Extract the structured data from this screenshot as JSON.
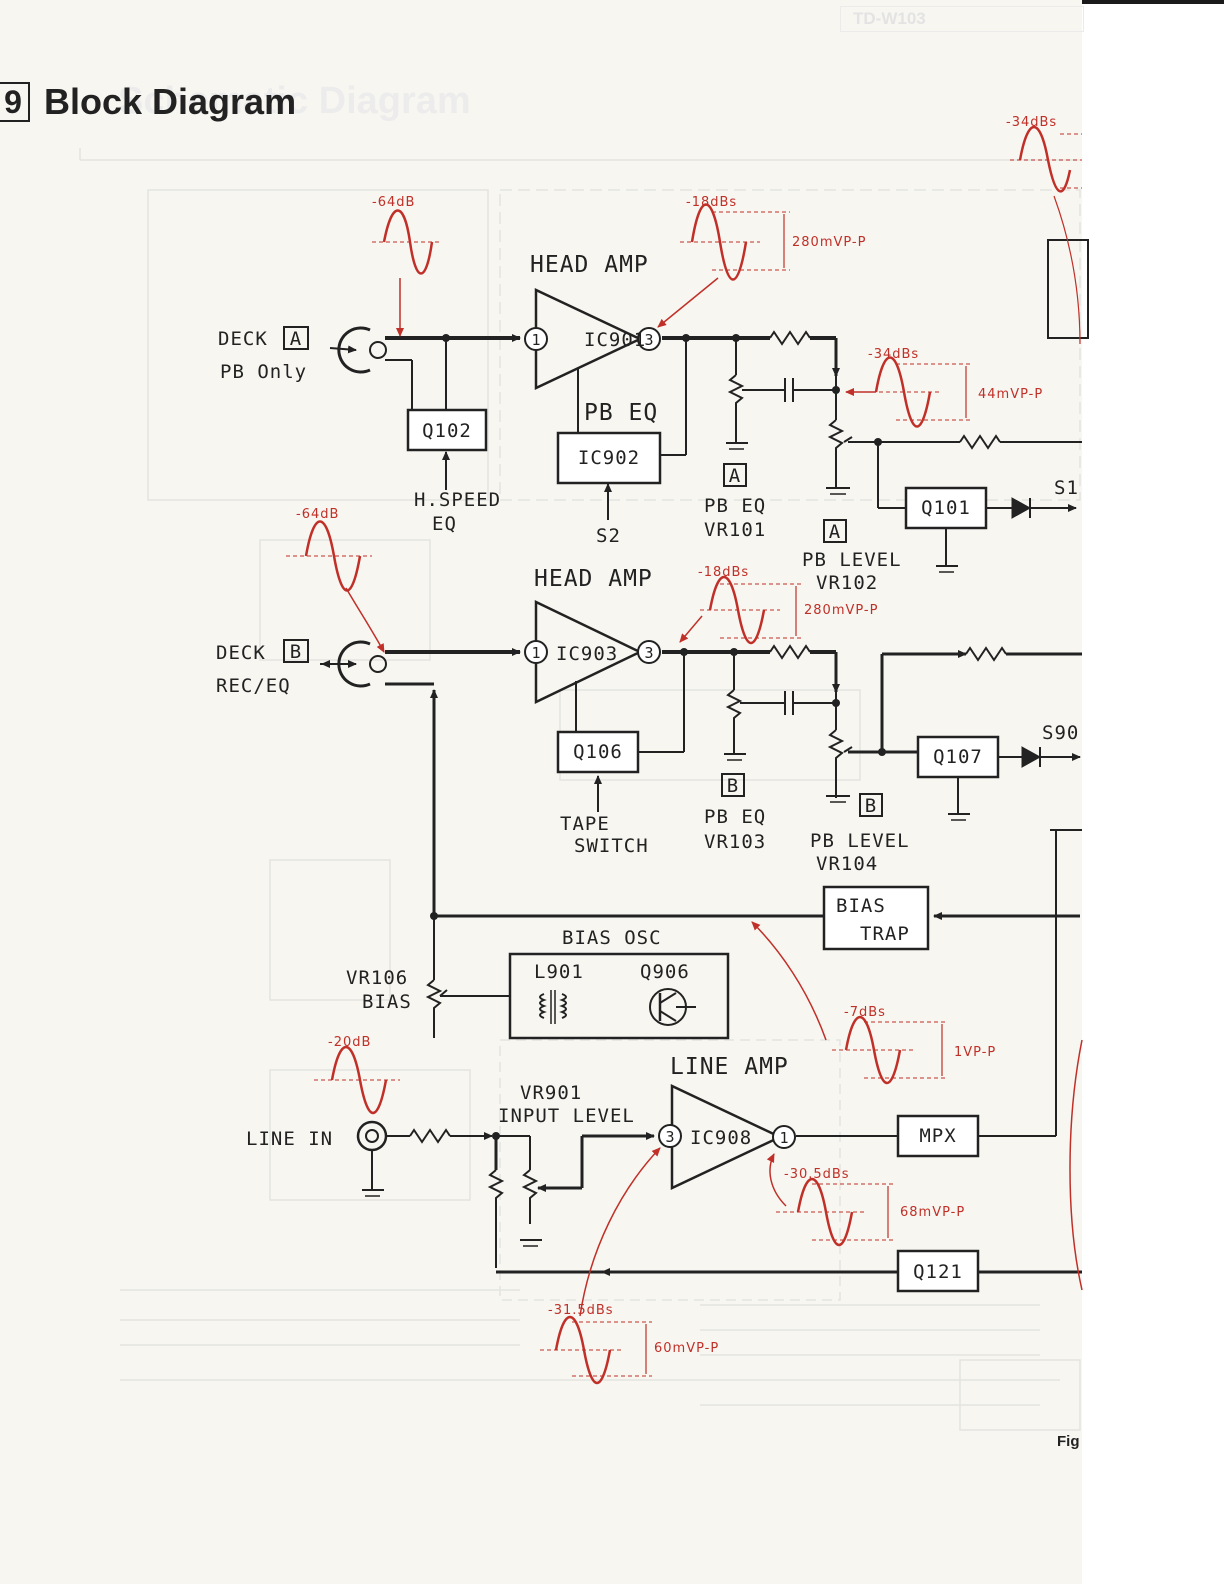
{
  "header": {
    "section_number": "9",
    "title": "Block Diagram",
    "ghost_header": "TD-W103",
    "ghost_title": "Schematic Diagram",
    "figure_label": "Fig"
  },
  "blocks": {
    "head_amp_a": "HEAD AMP",
    "head_amp_b": "HEAD AMP",
    "line_amp": "LINE AMP",
    "ic901": "IC901",
    "ic903": "IC903",
    "ic908": "IC908",
    "ic902": "IC902",
    "pb_eq_title": "PB EQ",
    "q101": "Q101",
    "q102": "Q102",
    "q106": "Q106",
    "q107": "Q107",
    "q121": "Q121",
    "mpx": "MPX",
    "bias_trap_1": "BIAS",
    "bias_trap_2": "TRAP",
    "bias_osc": "BIAS OSC",
    "l901": "L901",
    "q906": "Q906"
  },
  "labels": {
    "deck_a_word": "DECK",
    "deck_a_letter": "A",
    "deck_a_mode": "PB Only",
    "deck_b_word": "DECK",
    "deck_b_letter": "B",
    "deck_b_mode": "REC/EQ",
    "hspeed_1": "H.SPEED",
    "hspeed_2": "EQ",
    "s2": "S2",
    "s1": "S1",
    "s90": "S90",
    "vr101_box": "A",
    "vr101_1": "PB EQ",
    "vr101_2": "VR101",
    "vr102_box": "A",
    "vr102_1": "PB LEVEL",
    "vr102_2": "VR102",
    "vr103_box": "B",
    "vr103_1": "PB EQ",
    "vr103_2": "VR103",
    "vr104_box": "B",
    "vr104_1": "PB LEVEL",
    "vr104_2": "VR104",
    "tape_1": "TAPE",
    "tape_2": "SWITCH",
    "vr106_1": "VR106",
    "vr106_2": "BIAS",
    "vr901_1": "VR901",
    "vr901_2": "INPUT LEVEL",
    "line_in": "LINE IN",
    "pin1": "1",
    "pin3": "3"
  },
  "signals": {
    "deck_a_in": "-64dB",
    "ic901_out": "-18dBs",
    "ic901_out_pp": "280mVP-P",
    "top_right": "-34dBs",
    "vr102_out": "-34dBs",
    "vr102_out_pp": "44mVP-P",
    "deck_b_in": "-64dB",
    "ic903_out": "-18dBs",
    "ic903_out_pp": "280mVP-P",
    "bias_trap_in": "-7dBs",
    "bias_trap_in_pp": "1VP-P",
    "line_in": "-20dB",
    "ic908_out": "-30.5dBs",
    "ic908_out_pp": "68mVP-P",
    "ic908_in": "-31.5dBs",
    "ic908_in_pp": "60mVP-P"
  },
  "colors": {
    "annotation": "#c03028",
    "ink": "#222222",
    "paper": "#f7f6f1"
  }
}
